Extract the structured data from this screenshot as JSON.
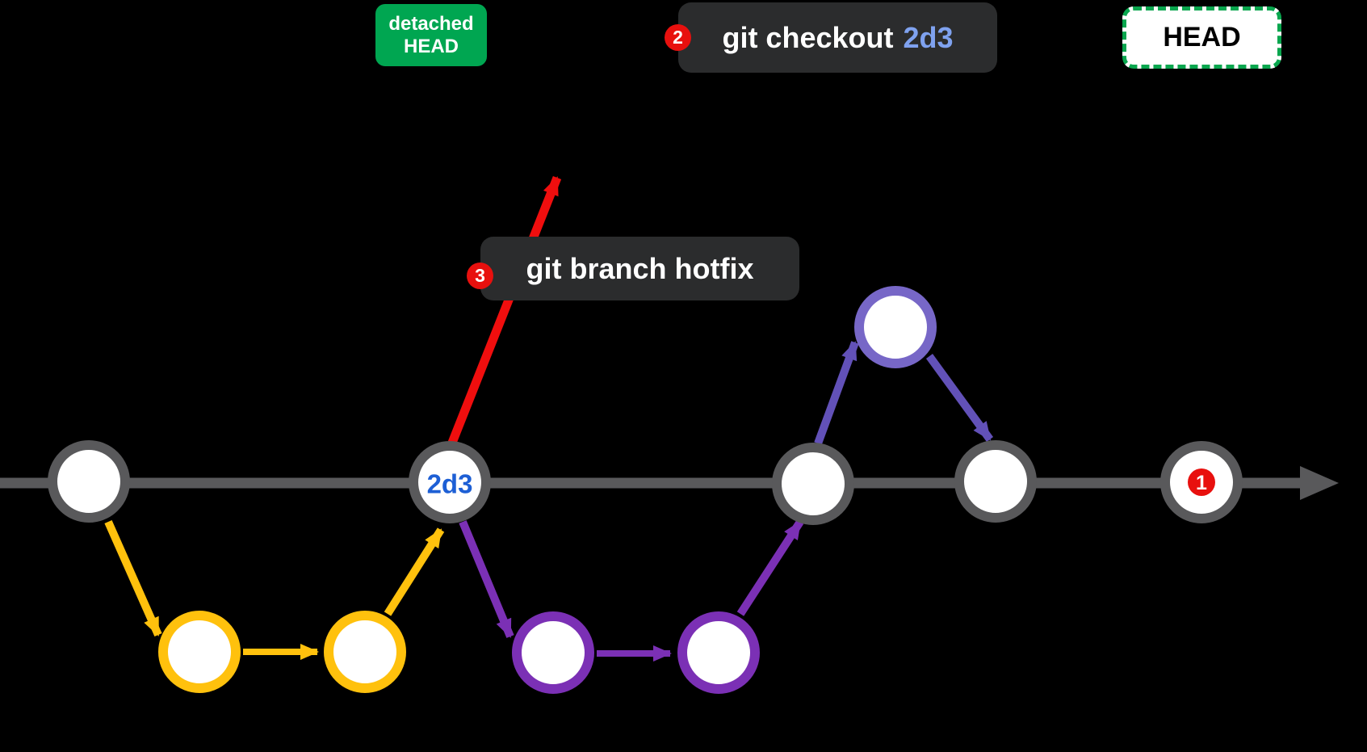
{
  "colors": {
    "background": "#000000",
    "timeline_gray": "#59595B",
    "branch_yellow": "#FFC10D",
    "branch_violet": "#7B30B5",
    "merge_purple_ring": "#7767C7",
    "merge_purple_arrow": "#6251B8",
    "hotfix_red": "#F00E0E",
    "step_badge_red": "#E8100E",
    "command_badge_dark": "#2B2C2D",
    "detached_badge_green": "#00A651",
    "head_badge_border_green": "#09A64E",
    "commit_fill_white": "#FFFFFF",
    "commit_label_blue": "#1D5FD5",
    "command_arg_blue": "#7FA2EF"
  },
  "badges": {
    "detached_head": {
      "line1": "detached",
      "line2": "HEAD"
    },
    "checkout": {
      "step": "2",
      "command": "git checkout",
      "argument": "2d3"
    },
    "head": {
      "label": "HEAD"
    },
    "hotfix": {
      "step": "3",
      "command": "git branch hotfix"
    }
  },
  "graph": {
    "labeled_commit": "2d3",
    "step_marker": "1",
    "timeline_commit_count": 5,
    "yellow_branch_commit_count": 2,
    "violet_branch_commit_count": 2,
    "merge_branch_commit_count": 1
  }
}
